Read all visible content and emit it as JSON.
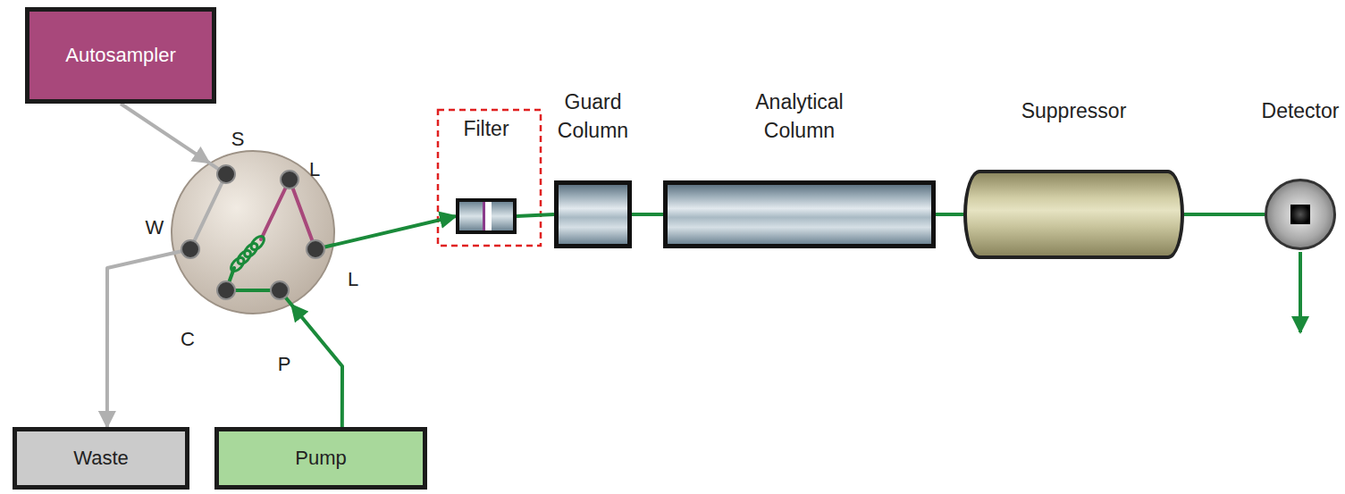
{
  "diagram": {
    "nodes": [
      {
        "text": [
          "Autosampler"
        ]
      },
      {
        "text": [
          "S",
          "L",
          "W",
          "L",
          "C",
          "P"
        ]
      },
      {
        "text": [
          "Filter"
        ]
      },
      {
        "text": [
          "Guard Column"
        ]
      },
      {
        "text": [
          "Analytical Column"
        ]
      },
      {
        "text": [
          "Suppressor"
        ]
      },
      {
        "text": [
          "Detector"
        ]
      },
      {
        "text": [
          "Waste"
        ]
      },
      {
        "text": [
          "Pump"
        ]
      }
    ],
    "edges": [
      {
        "from": 0,
        "to": 1,
        "arrow": "to"
      },
      {
        "from": 1,
        "to": 7,
        "arrow": "to"
      },
      {
        "from": 8,
        "to": 1,
        "arrow": "to"
      },
      {
        "from": 1,
        "to": 2,
        "arrow": "to"
      },
      {
        "from": 2,
        "to": 3,
        "arrow": "none"
      },
      {
        "from": 3,
        "to": 4,
        "arrow": "none"
      },
      {
        "from": 4,
        "to": 5,
        "arrow": "none"
      },
      {
        "from": 5,
        "to": 6,
        "arrow": "none"
      }
    ]
  }
}
